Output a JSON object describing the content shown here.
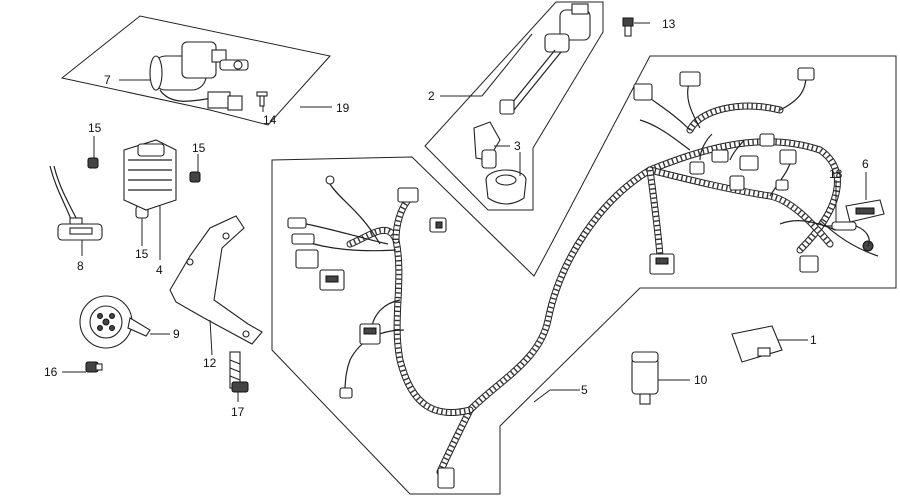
{
  "diagram": {
    "callouts": {
      "c1": "1",
      "c2": "2",
      "c3": "3",
      "c4": "4",
      "c5": "5",
      "c6": "6",
      "c7": "7",
      "c8": "8",
      "c9": "9",
      "c10": "10",
      "c12": "12",
      "c13": "13",
      "c14": "14",
      "c15a": "15",
      "c15b": "15",
      "c15c": "15",
      "c16": "16",
      "c17": "17",
      "c18": "18",
      "c19": "19"
    }
  }
}
